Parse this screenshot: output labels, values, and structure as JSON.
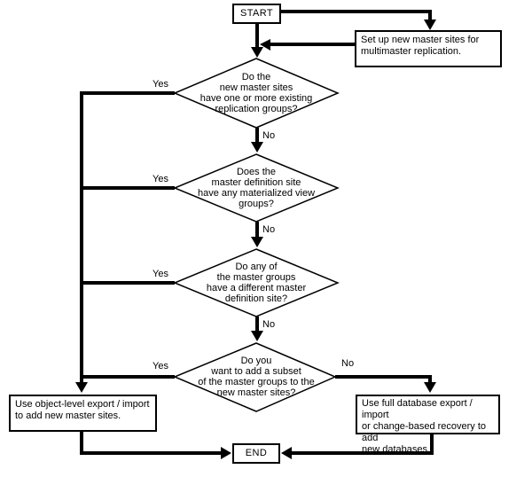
{
  "diagram": {
    "start_label": "START",
    "end_label": "END",
    "setup_box": {
      "lines": [
        "Set up new master sites for",
        "multimaster replication."
      ]
    },
    "decisions": [
      {
        "lines": [
          "Do the",
          "new master sites",
          "have one or more existing",
          "replication groups?"
        ],
        "yes_label": "Yes",
        "no_label": "No"
      },
      {
        "lines": [
          "Does the",
          "master definition site",
          "have any materialized view",
          "groups?"
        ],
        "yes_label": "Yes",
        "no_label": "No"
      },
      {
        "lines": [
          "Do any of",
          "the master groups",
          "have a different master",
          "definition site?"
        ],
        "yes_label": "Yes",
        "no_label": "No"
      },
      {
        "lines": [
          "Do you",
          "want to add a subset",
          "of the master groups to the",
          "new master sites?"
        ],
        "yes_label": "Yes",
        "no_label": "No"
      }
    ],
    "actions": [
      {
        "lines": [
          "Use object-level export / import",
          "to add new master sites."
        ]
      },
      {
        "lines": [
          "Use full database export / import",
          "or change-based recovery to add",
          "new databases."
        ]
      }
    ],
    "colors": {
      "line": "#000000",
      "background": "#ffffff",
      "node_fill": "#ffffff",
      "text": "#000000"
    }
  }
}
